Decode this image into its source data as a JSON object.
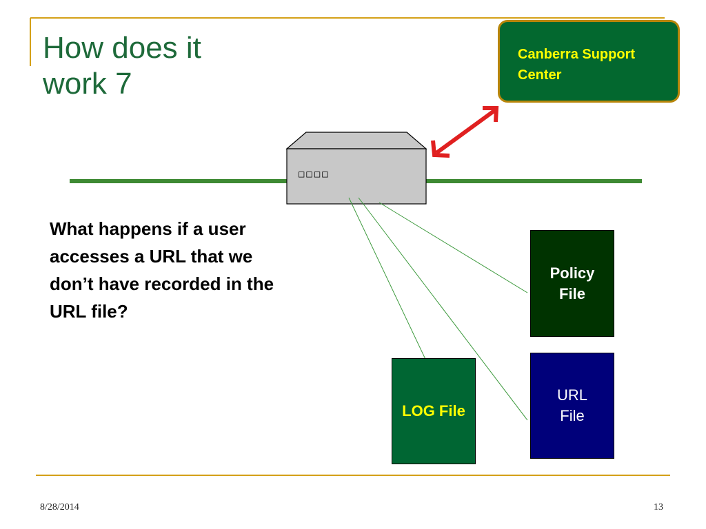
{
  "slide": {
    "title_line1": "How does it",
    "title_line2": "work 7",
    "support_line1": "Canberra Support",
    "support_line2": "Center",
    "device_label": "□□□□",
    "question_line1": "What happens if a user",
    "question_line2": "accesses a URL that we",
    "question_line3": "don’t have recorded in the",
    "question_line4": "URL file?",
    "policy_line1": "Policy",
    "policy_line2": "File",
    "url_line1": "URL",
    "url_line2": "File",
    "log_label": "LOG File"
  },
  "footer": {
    "date": "8/28/2014",
    "page": "13"
  },
  "colors": {
    "accent_gold": "#d4a017",
    "title_green": "#1e6a3a",
    "network_green": "#3e8a33",
    "arrow_red": "#e02020"
  }
}
